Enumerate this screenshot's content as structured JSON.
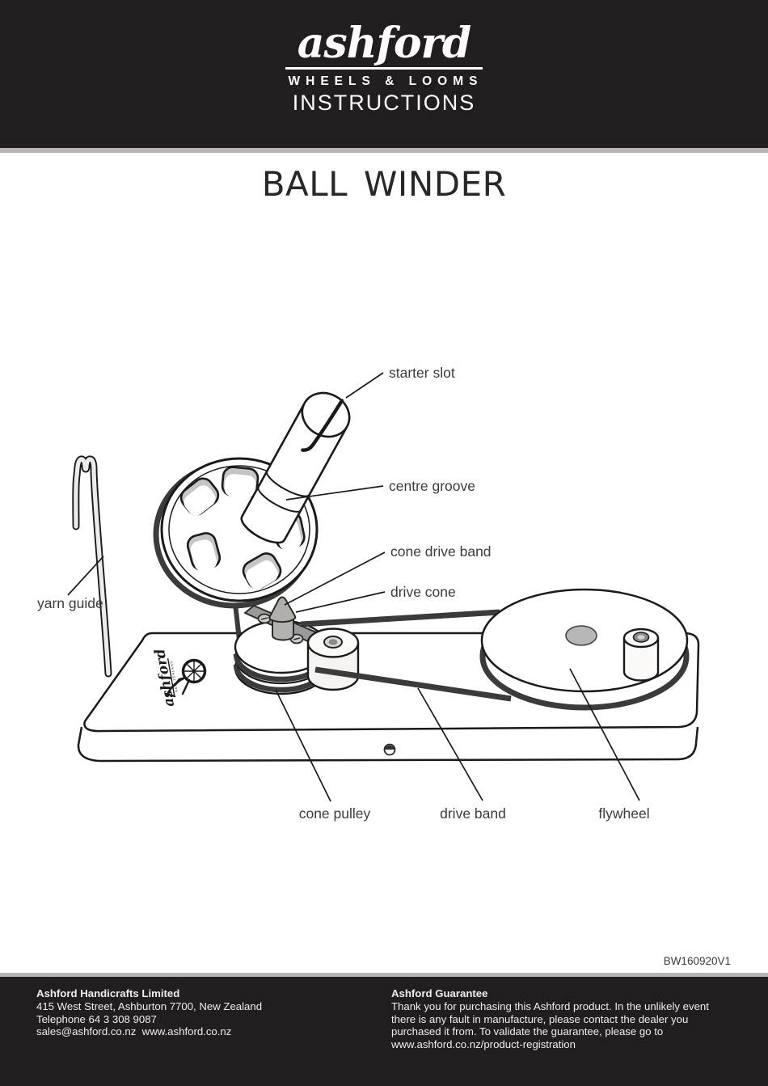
{
  "header": {
    "brand": "ashford",
    "tagline": "WHEELS & LOOMS",
    "doc_type": "INSTRUCTIONS"
  },
  "title": "BALL WINDER",
  "version": "BW160920V1",
  "diagram": {
    "labels": [
      {
        "id": "starter-slot",
        "text": "starter slot"
      },
      {
        "id": "centre-groove",
        "text": "centre groove"
      },
      {
        "id": "cone-drive-band",
        "text": "cone drive band"
      },
      {
        "id": "drive-cone",
        "text": "drive cone"
      },
      {
        "id": "yarn-guide",
        "text": "yarn guide"
      },
      {
        "id": "cone-pulley",
        "text": "cone pulley"
      },
      {
        "id": "drive-band",
        "text": "drive band"
      },
      {
        "id": "flywheel",
        "text": "flywheel"
      }
    ],
    "base_logo": {
      "brand": "ashford",
      "country": "NEW ZEALAND"
    }
  },
  "footer": {
    "company_name": "Ashford Handicrafts Limited",
    "address": "415 West Street, Ashburton 7700, New Zealand",
    "telephone": "Telephone 64 3 308 9087",
    "contacts": "sales@ashford.co.nz  www.ashford.co.nz",
    "guarantee_title": "Ashford Guarantee",
    "guarantee_body": "Thank you for purchasing this Ashford product. In the unlikely event there is any fault in manufacture, please contact the dealer you purchased it from. To validate the guarantee, please go to www.ashford.co.nz/product-registration"
  },
  "colors": {
    "header_bg": "#221e1f",
    "divider": "#b5b5b5",
    "ink": "#1a1a1a",
    "label_text": "#3c3c3c",
    "band": "#3b3b3b",
    "shade": "#c6c5c3"
  }
}
